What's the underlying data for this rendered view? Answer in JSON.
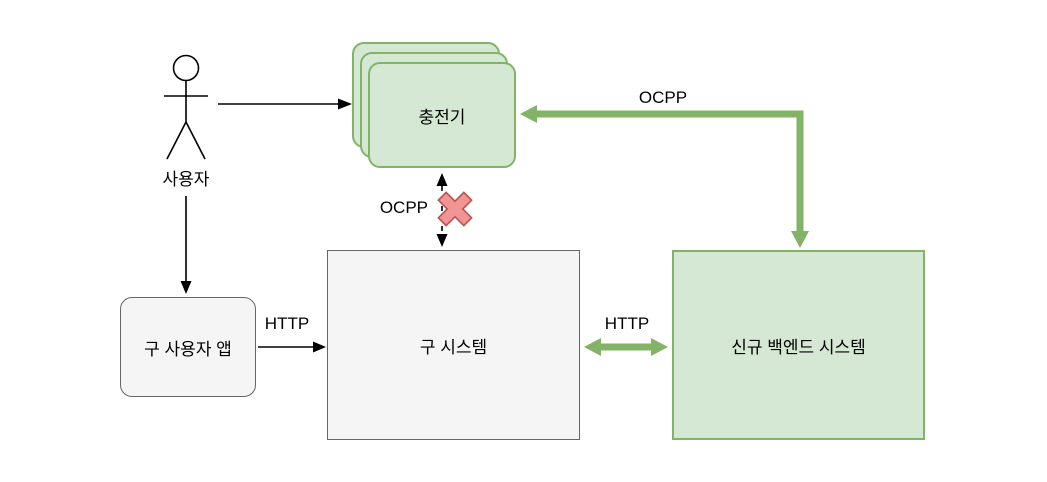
{
  "nodes": {
    "actor": "사용자",
    "charger": "충전기",
    "old_app": "구 사용자 앱",
    "old_system": "구 시스템",
    "new_backend": "신규 백엔드 시스템"
  },
  "edges": {
    "ocpp_top": "OCPP",
    "ocpp_blocked": "OCPP",
    "http_left": "HTTP",
    "http_right": "HTTP"
  },
  "colors": {
    "green_fill": "#d5e8d4",
    "green_stroke": "#82b366",
    "gray_fill": "#f5f5f5",
    "gray_stroke": "#666666",
    "arrow_black": "#000000",
    "blocked_x_fill": "#f19494",
    "blocked_x_stroke": "#b85450"
  }
}
